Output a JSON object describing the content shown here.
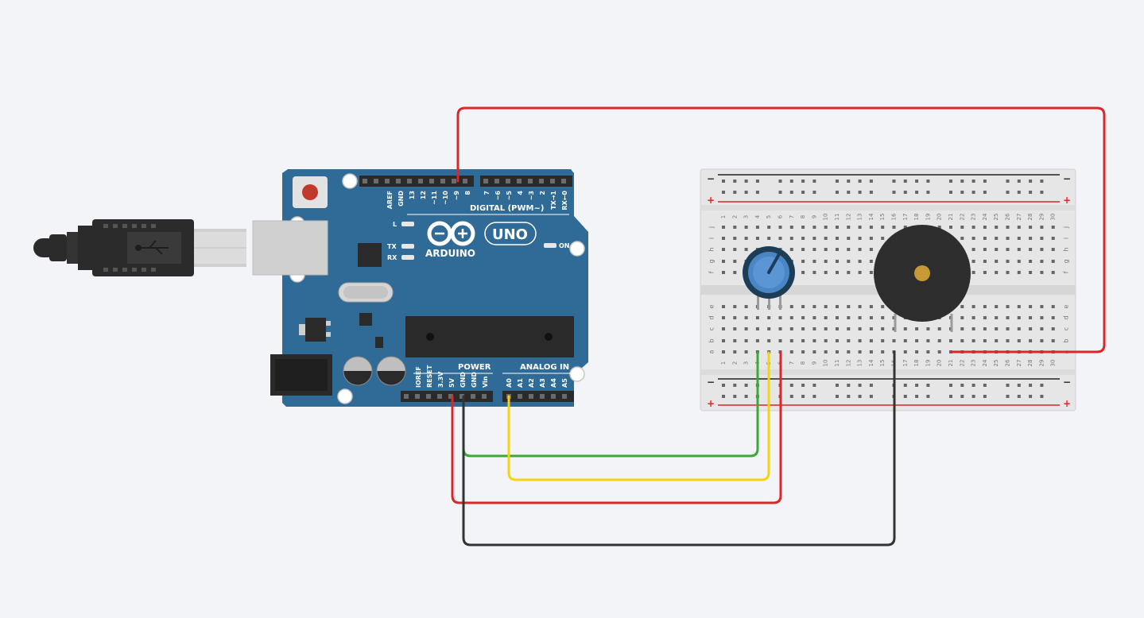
{
  "colors": {
    "background": "#f2f4f7",
    "board": "#2f6b96",
    "wire_red": "#d9272a",
    "wire_black": "#333333",
    "wire_green": "#3aaa35",
    "wire_yellow": "#f3d312",
    "breadboard": "#e6e6e6",
    "rail_red": "#d9272a",
    "rail_black": "#222222"
  },
  "arduino": {
    "logo_text": "ARDUINO",
    "model": "UNO",
    "digital_label": "DIGITAL (PWM~)",
    "power_label": "POWER",
    "analog_label": "ANALOG IN",
    "on_label": "ON",
    "led_l": "L",
    "led_tx": "TX",
    "led_rx": "RX",
    "digital_pins_left": [
      "AREF",
      "GND",
      "13",
      "12",
      "~11",
      "~10",
      "~9",
      "8"
    ],
    "digital_pins_right": [
      "7",
      "~6",
      "~5",
      "4",
      "~3",
      "2",
      "TX→1",
      "RX←0"
    ],
    "power_pins": [
      "IOREF",
      "RESET",
      "3.3V",
      "5V",
      "GND",
      "GND",
      "Vin"
    ],
    "analog_pins": [
      "A0",
      "A1",
      "A2",
      "A3",
      "A4",
      "A5"
    ]
  },
  "breadboard": {
    "column_numbers": [
      "1",
      "2",
      "3",
      "4",
      "5",
      "6",
      "7",
      "8",
      "9",
      "10",
      "11",
      "12",
      "13",
      "14",
      "15",
      "16",
      "17",
      "18",
      "19",
      "20",
      "21",
      "22",
      "23",
      "24",
      "25",
      "26",
      "27",
      "28",
      "29",
      "30"
    ],
    "rows_top": [
      "j",
      "i",
      "h",
      "g",
      "f"
    ],
    "rows_bottom": [
      "e",
      "d",
      "c",
      "b",
      "a"
    ],
    "rail_plus": "+",
    "rail_minus": "−"
  },
  "components": [
    "usb-cable",
    "arduino-uno",
    "breadboard",
    "potentiometer",
    "piezo-buzzer"
  ]
}
